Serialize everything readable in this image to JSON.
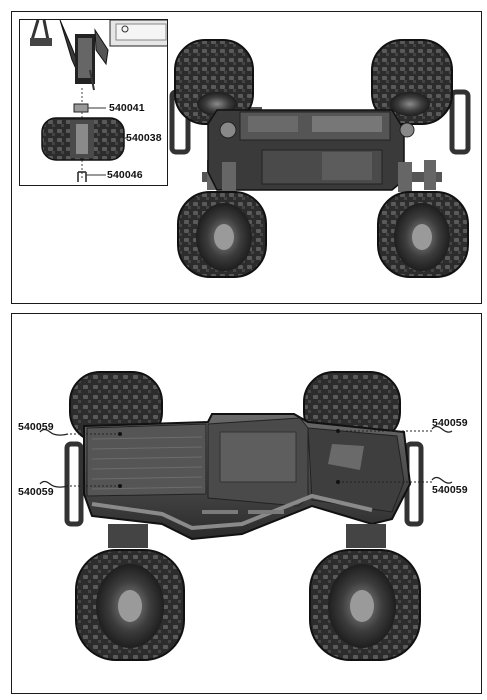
{
  "top_panel": {
    "callouts": [
      {
        "part_number": "540041"
      },
      {
        "part_number": "540038"
      },
      {
        "part_number": "540046"
      }
    ]
  },
  "bottom_panel": {
    "callouts": [
      {
        "part_number": "540059"
      },
      {
        "part_number": "540059"
      },
      {
        "part_number": "540059"
      },
      {
        "part_number": "540059"
      }
    ]
  }
}
